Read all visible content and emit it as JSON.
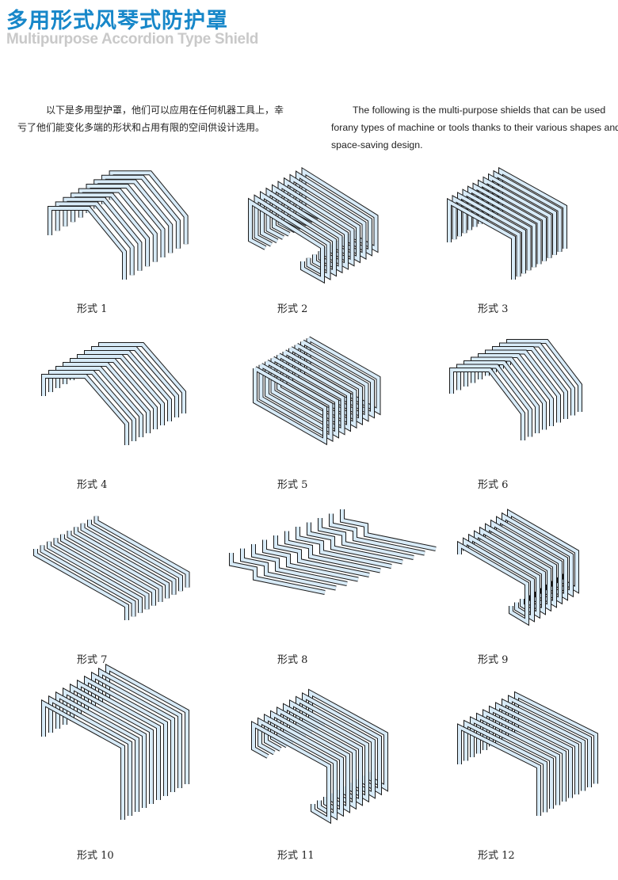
{
  "header": {
    "title": "多用形式风琴式防护罩",
    "subtitle": "Multipurpose Accordion Type Shield"
  },
  "intro": {
    "chinese_lines": [
      "以下是多用型护罩，他们可以应用在任何机器工具上，幸",
      "亏了他们能变化多端的形状和占用有限的空间供设计选用。"
    ],
    "english_lines": [
      "The following is the multi-purpose shields that can be used",
      "forany types of machine or tools thanks to their various shapes and",
      "space-saving design."
    ]
  },
  "forms": [
    {
      "label": "形式 1"
    },
    {
      "label": "形式 2"
    },
    {
      "label": "形式 3"
    },
    {
      "label": "形式 4"
    },
    {
      "label": "形式 5"
    },
    {
      "label": "形式 6"
    },
    {
      "label": "形式 7"
    },
    {
      "label": "形式 8"
    },
    {
      "label": "形式 9"
    },
    {
      "label": "形式 10"
    },
    {
      "label": "形式 11"
    },
    {
      "label": "形式 12"
    }
  ],
  "colors": {
    "title": "#1787c9",
    "subtitle": "#c9c9c9",
    "pleat_fill": "#d8ebf8",
    "pleat_edge": "#1a1a1a"
  }
}
